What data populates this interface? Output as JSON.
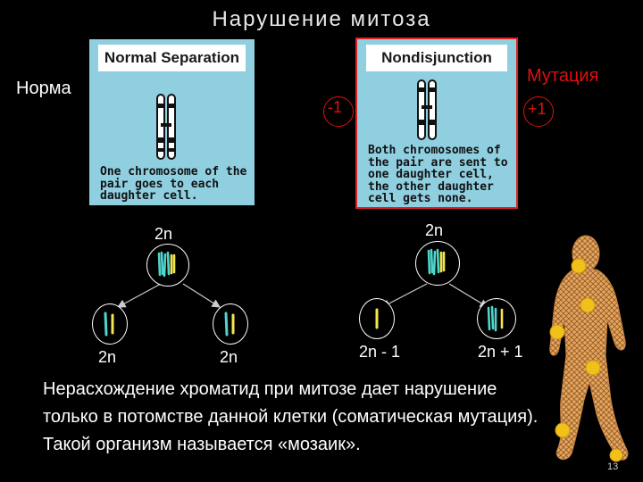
{
  "slide": {
    "title": "Нарушение митоза",
    "norma_label": "Норма",
    "mutation_label": "Мутация",
    "page_number": "13"
  },
  "cards": {
    "normal": {
      "header": "Normal Separation",
      "text": "One chromosome of the pair goes to each daughter cell."
    },
    "nondisjunction": {
      "header": "Nondisjunction",
      "text": "Both chromosomes of the pair are sent to one daughter cell, the other daughter cell gets none."
    }
  },
  "markers": {
    "minus": "-1",
    "plus": "+1"
  },
  "diagram": {
    "left_parent": "2n",
    "left_child_1": "2n",
    "left_child_2": "2n",
    "right_parent": "2n",
    "right_child_1": "2n - 1",
    "right_child_2": "2n + 1"
  },
  "body_text": "Нерасхождение хроматид при митозе дает нарушение только в потомстве данной клетки (соматическая мутация). Такой организм называется «мозаик».",
  "colors": {
    "card_background": "#8fcfe0",
    "chromosome_cyan": "#4fd6cc",
    "chromosome_yellow": "#f2e84a",
    "mutation_red": "#e01010",
    "figure_orange": "#e8a45a"
  }
}
